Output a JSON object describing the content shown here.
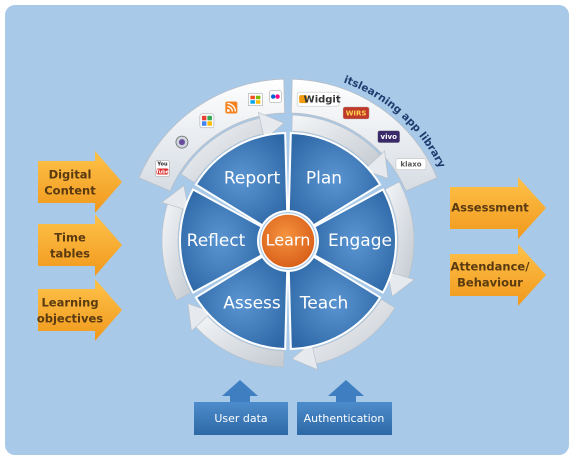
{
  "diagram": {
    "center": "Learn",
    "segments": [
      "Plan",
      "Engage",
      "Teach",
      "Assess",
      "Reflect",
      "Report"
    ],
    "app_library_title": "itslearning app library",
    "left_inputs": [
      [
        "Digital",
        "Content"
      ],
      [
        "Time",
        "tables"
      ],
      [
        "Learning",
        "objectives"
      ]
    ],
    "right_outputs": [
      [
        "Assessment"
      ],
      [
        "Attendance/",
        "Behaviour"
      ]
    ],
    "bottom_inputs": [
      "User data",
      "Authentication"
    ],
    "app_logos": {
      "youtube": [
        "You",
        "Tube"
      ],
      "widgit": "Widgit",
      "wrs": "WIRS",
      "vivo": "vivo",
      "klaxo": "klaxo"
    }
  },
  "colors": {
    "background_panel": "#a8c9e8",
    "segment_blue": "#3d79b8",
    "center_orange": "#e87422",
    "arrow_orange": "#f5a623",
    "box_blue": "#3f7fc1",
    "ring_grey": "#d9dde2"
  }
}
